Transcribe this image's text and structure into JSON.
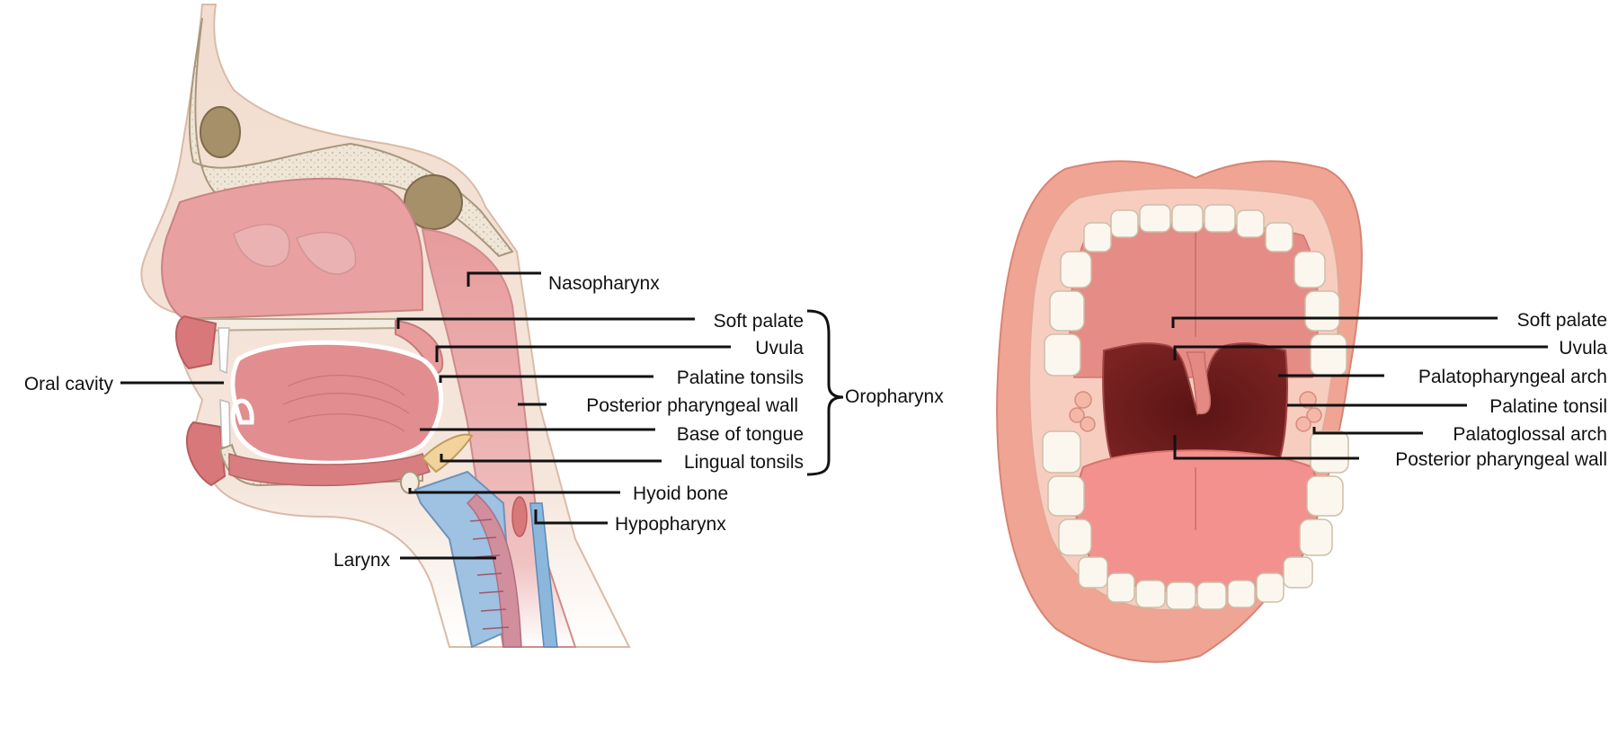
{
  "left_figure": {
    "labels": {
      "nasopharynx": "Nasopharynx",
      "soft_palate": "Soft palate",
      "uvula": "Uvula",
      "palatine_tonsils": "Palatine tonsils",
      "posterior_pharyngeal_wall": "Posterior pharyngeal wall",
      "base_of_tongue": "Base of tongue",
      "lingual_tonsils": "Lingual tonsils",
      "hyoid_bone": "Hyoid bone",
      "hypopharynx": "Hypopharynx",
      "larynx": "Larynx",
      "oral_cavity": "Oral cavity"
    },
    "group_label": "Oropharynx"
  },
  "right_figure": {
    "labels": {
      "soft_palate": "Soft palate",
      "uvula": "Uvula",
      "palatopharyngeal_arch": "Palatopharyngeal arch",
      "palatine_tonsil": "Palatine tonsil",
      "palatoglossal_arch": "Palatoglossal arch",
      "posterior_pharyngeal_wall": "Posterior pharyngeal wall"
    }
  }
}
